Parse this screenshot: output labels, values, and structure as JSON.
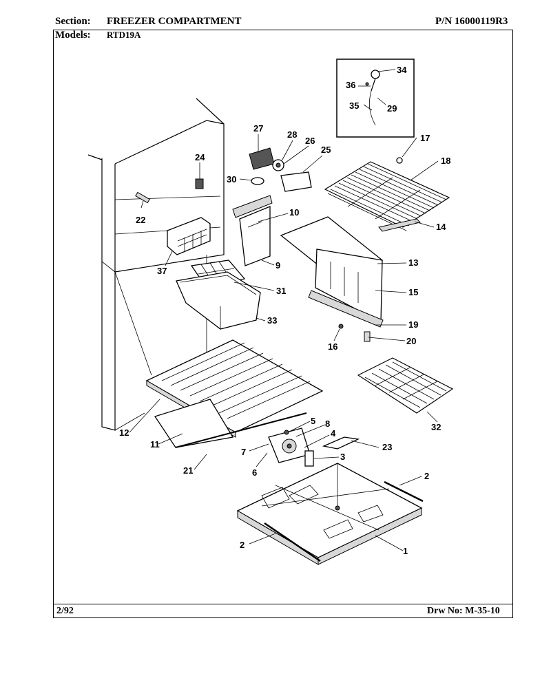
{
  "header": {
    "section_label": "Section:",
    "section_value": "FREEZER COMPARTMENT",
    "pn": "P/N 16000119R3",
    "models_label": "Models:",
    "models_value": "RTD19A"
  },
  "footer": {
    "date": "2/92",
    "drawing_number": "Drw No: M-35-10"
  },
  "callouts": {
    "c1": "1",
    "c2a": "2",
    "c2b": "2",
    "c3": "3",
    "c4": "4",
    "c5": "5",
    "c6": "6",
    "c7": "7",
    "c8": "8",
    "c9": "9",
    "c10": "10",
    "c11": "11",
    "c12": "12",
    "c13": "13",
    "c14": "14",
    "c15": "15",
    "c16": "16",
    "c17": "17",
    "c18": "18",
    "c19": "19",
    "c20": "20",
    "c21": "21",
    "c22": "22",
    "c23": "23",
    "c24": "24",
    "c25": "25",
    "c26": "26",
    "c27": "27",
    "c28": "28",
    "c29": "29",
    "c30": "30",
    "c31": "31",
    "c32": "32",
    "c33": "33",
    "c34": "34",
    "c35": "35",
    "c36": "36",
    "c37": "37"
  }
}
